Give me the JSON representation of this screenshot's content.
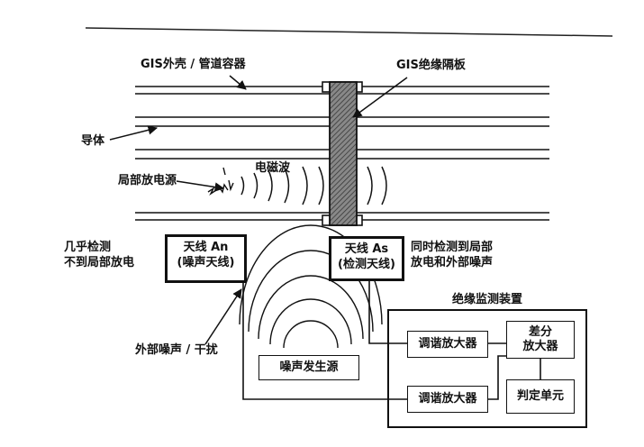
{
  "labels": {
    "gis_shell": "GIS外壳 / 管道容器",
    "gis_barrier": "GIS绝缘隔板",
    "conductor": "导体",
    "em_wave": "电磁波",
    "pd_source": "局部放电源",
    "almost_none": [
      "几乎检测",
      "不到局部放电"
    ],
    "both_detect": [
      "同时检测到局部",
      "放电和外部噪声"
    ],
    "ext_noise": "外部噪声 / 干扰",
    "monitor_title": "绝缘监测装置"
  },
  "antenna_n": {
    "line1": "天线 An",
    "line2": "(噪声天线)"
  },
  "antenna_s": {
    "line1": "天线 As",
    "line2": "(检测天线)"
  },
  "boxes": {
    "noise_gen": "噪声发生源",
    "amp_top": "调谐放大器",
    "amp_bottom": "调谐放大器",
    "diff_amp": [
      "差分",
      "放大器"
    ],
    "judge": "判定单元"
  }
}
